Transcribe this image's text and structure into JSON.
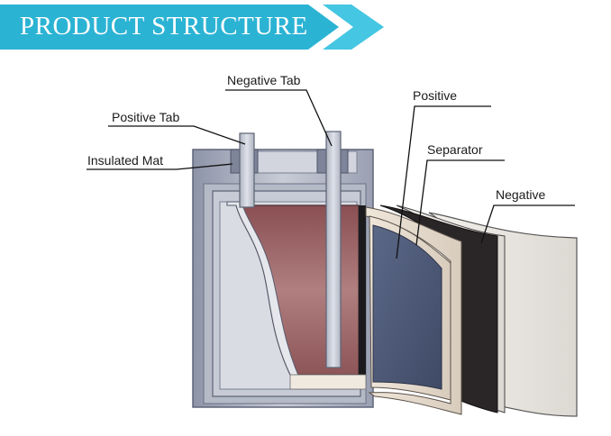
{
  "header": {
    "title": "PRODUCT STRUCTURE",
    "colors": {
      "banner": "#2bb3d4",
      "chevron": "#3fc3e0"
    }
  },
  "diagram": {
    "labels": {
      "negative_tab": "Negative Tab",
      "positive_tab": "Positive Tab",
      "insulated_mat": "Insulated Mat",
      "positive": "Positive",
      "separator": "Separator",
      "negative": "Negative"
    },
    "colors": {
      "casing": "#a8aebd",
      "cell_core": "#9b5f62",
      "positive_layer": "#4c5a78",
      "separator_layer": "#e8ddd0",
      "negative_layer": "#2a2628"
    }
  }
}
